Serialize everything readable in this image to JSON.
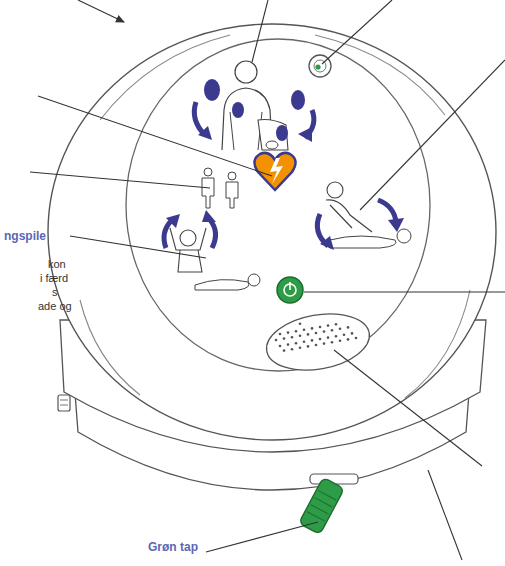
{
  "diagram": {
    "labels": [
      "ngspile",
      "kon",
      "i færd",
      "s",
      "ade og",
      "Grøn tap"
    ]
  }
}
